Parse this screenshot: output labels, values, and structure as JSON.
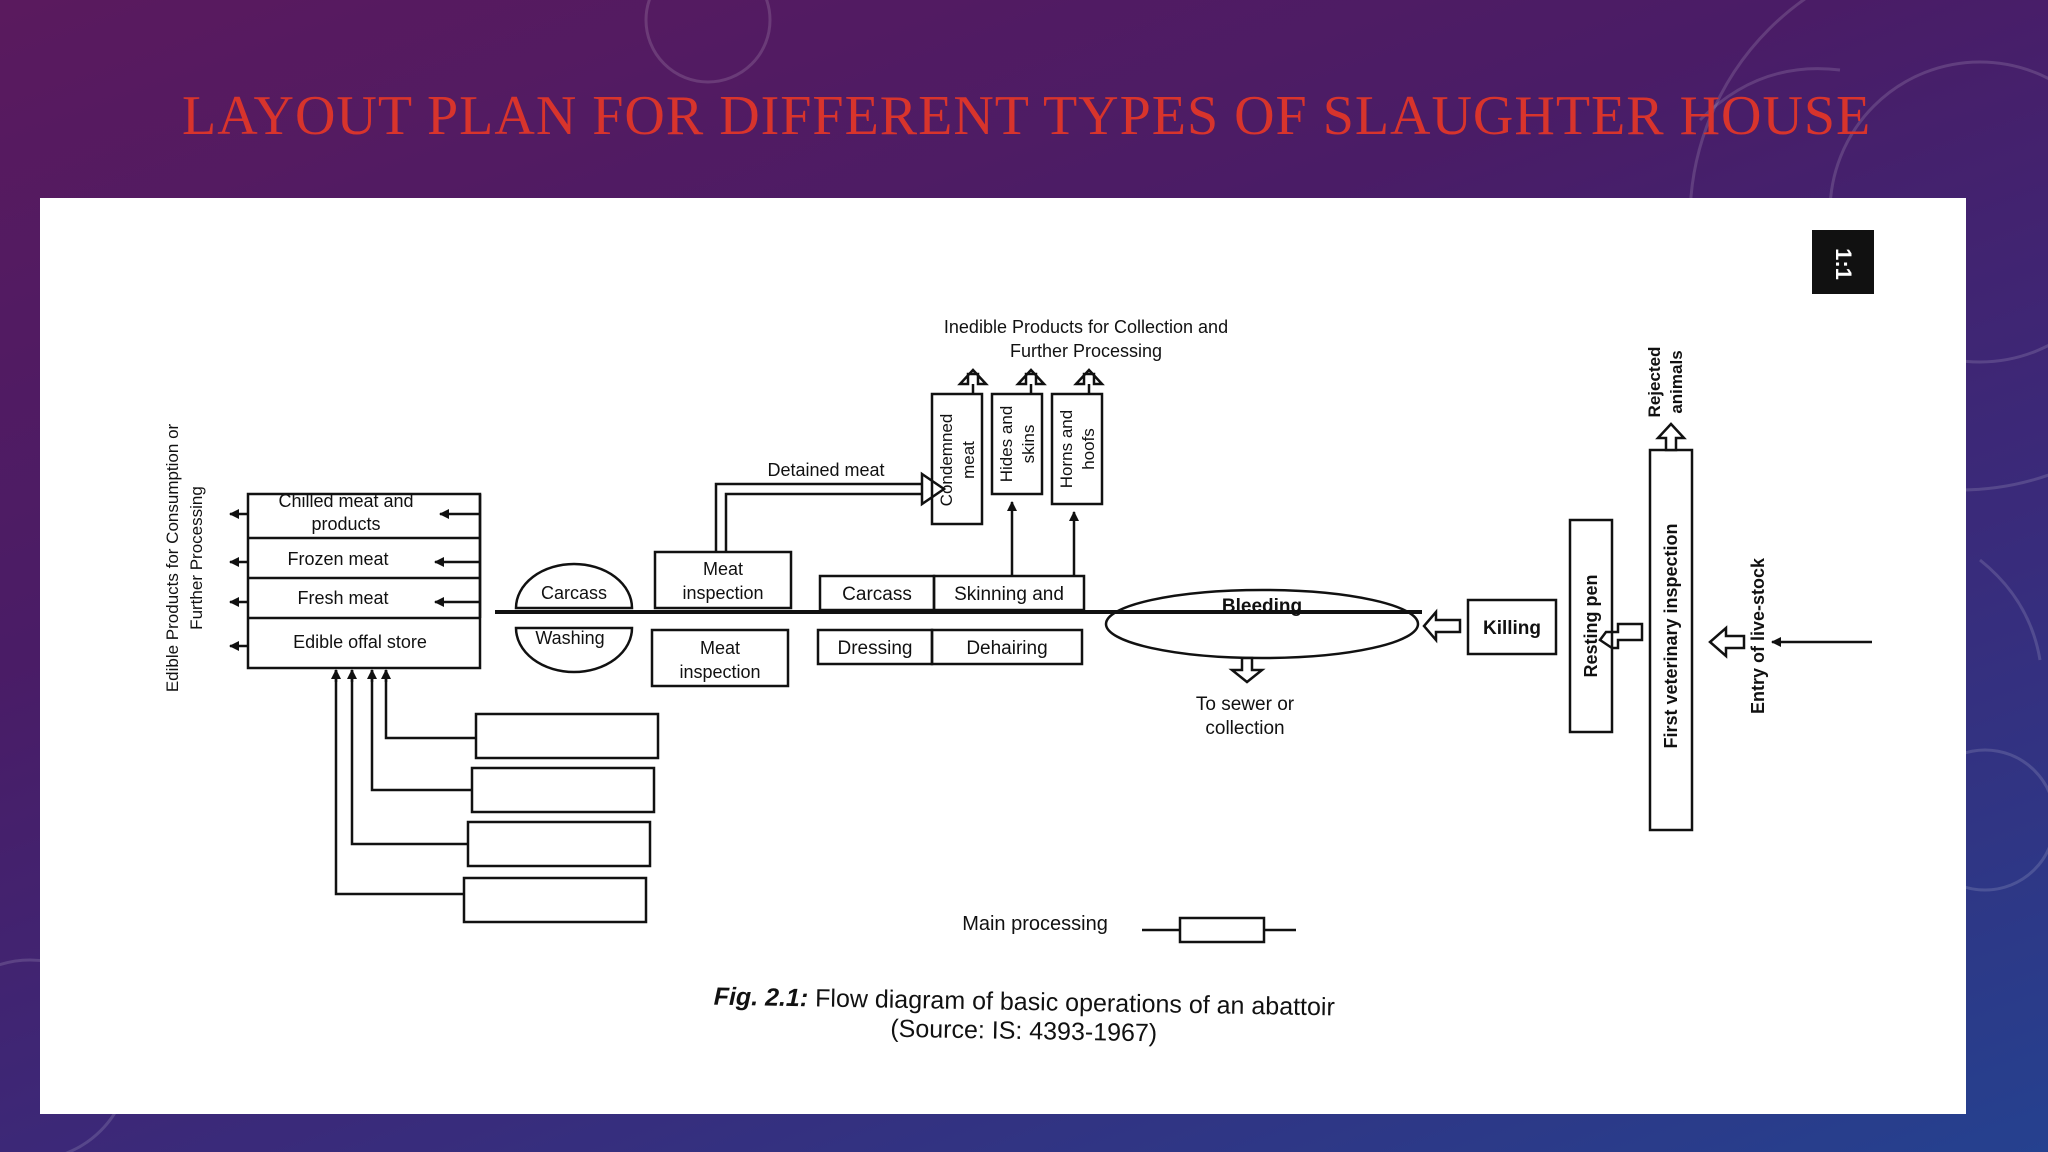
{
  "title": "LAYOUT PLAN FOR DIFFERENT TYPES OF SLAUGHTER HOUSE",
  "page_badge": "1:1",
  "colors": {
    "title": "#d8342c",
    "background_top": "#5a1a5e",
    "background_bottom": "#25418f",
    "figure_background": "#ffffff",
    "ink": "#111111"
  },
  "diagram": {
    "edible_side_label": [
      "Edible Products for Consumption or",
      "Further Processing"
    ],
    "products": {
      "chilled": [
        "Chilled meat and",
        "products"
      ],
      "frozen": "Frozen meat",
      "fresh": "Fresh meat",
      "offal": "Edible offal store"
    },
    "carcass_washing": {
      "top": "Carcass",
      "bottom": "Washing"
    },
    "meat_inspection": [
      "Meat",
      "inspection"
    ],
    "detained_meat": "Detained meat",
    "inedible_label": [
      "Inedible Products for Collection and",
      "Further Processing"
    ],
    "inedible_boxes": {
      "condemned": [
        "Condemned",
        "meat"
      ],
      "hides": [
        "Hides and",
        "skins"
      ],
      "horns": [
        "Horns and",
        "hoofs"
      ]
    },
    "dressing": {
      "carcass": "Carcass",
      "skinning": "Skinning and",
      "dressing": "Dressing",
      "dehairing": "Dehairing"
    },
    "bleeding": "Bleeding",
    "sewer": [
      "To sewer or",
      "collection"
    ],
    "killing": "Killing",
    "resting_pen": "Resting pen",
    "vet_inspection": "First veterinary inspection",
    "rejected": [
      "Rejected",
      "animals"
    ],
    "entry": "Entry of live-stock",
    "legend": "Main processing"
  },
  "caption": {
    "label": "Fig. 2.1:",
    "text": "Flow diagram of basic operations of an abattoir",
    "source": "(Source: IS: 4393-1967)"
  }
}
